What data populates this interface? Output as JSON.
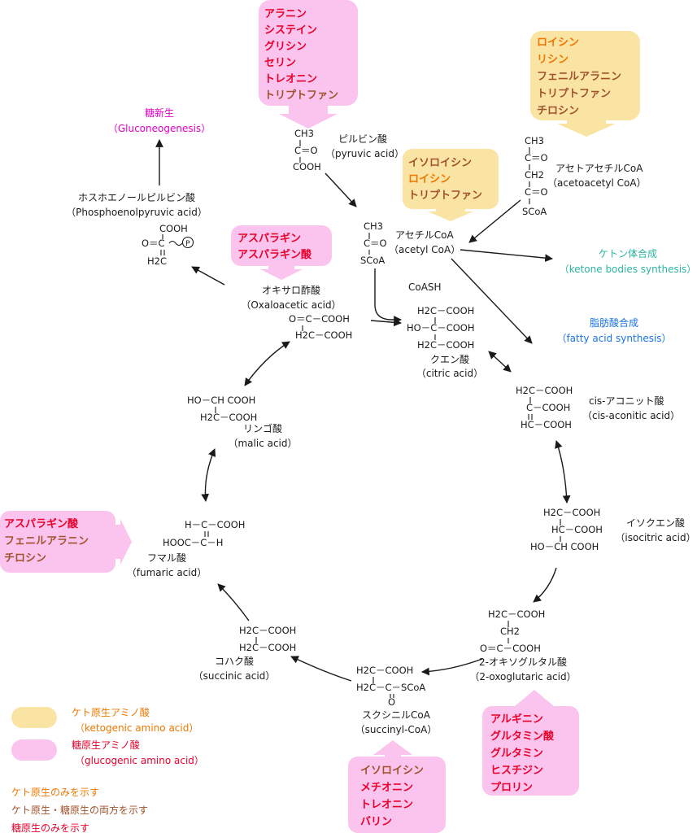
{
  "colors": {
    "ketogenic_only": "#ee7700",
    "both": "#a0522d",
    "glucogenic_only": "#e8002a",
    "ketogenic_box": "#fae4a4",
    "glucogenic_box": "#fbc4ee",
    "gluconeogenesis": "#e600c8",
    "ketone": "#2bb5a0",
    "fatty": "#1a73e8"
  },
  "compounds": {
    "pyruvic": {
      "ja": "ピルビン酸",
      "en": "（pyruvic acid）",
      "formula": [
        "CH3",
        "C＝O",
        "COOH"
      ]
    },
    "acetoacetyl": {
      "ja": "アセトアセチルCoA",
      "en": "（acetoacetyl CoA）",
      "formula": [
        "CH3",
        "C＝O",
        "CH2",
        "C＝O",
        "SCoA"
      ]
    },
    "acetyl": {
      "ja": "アセチルCoA",
      "en": "（acetyl CoA）",
      "formula": [
        "CH3",
        "C＝O",
        "SCoA"
      ]
    },
    "pep": {
      "ja": "ホスホエノールピルビン酸",
      "en": "（Phosphoenolpyruvic acid）",
      "formula": [
        "COOH",
        "O＝C",
        "P",
        "H2C"
      ]
    },
    "oxaloacetic": {
      "ja": "オキサロ酢酸",
      "en": "（Oxaloacetic acid）",
      "formula": [
        "O＝C－COOH",
        "H2C－COOH"
      ]
    },
    "coash": "CoASH",
    "citric": {
      "ja": "クエン酸",
      "en": "（citric acid）",
      "formula": [
        "H2C－COOH",
        "HO－C－COOH",
        "H2C－COOH"
      ]
    },
    "cis_aconitic": {
      "ja": "cis-アコニット酸",
      "en": "（cis-aconitic acid）",
      "formula": [
        "H2C－COOH",
        "C－COOH",
        "HC－COOH"
      ]
    },
    "malic": {
      "ja": "リンゴ酸",
      "en": "（malic acid）",
      "formula": [
        "HO－CH COOH",
        "H2C－COOH"
      ]
    },
    "isocitric": {
      "ja": "イソクエン酸",
      "en": "（isocitric acid）",
      "formula": [
        "H2C－COOH",
        "HC－COOH",
        "HO－CH COOH"
      ]
    },
    "fumaric": {
      "ja": "フマル酸",
      "en": "（fumaric acid）",
      "formula": [
        "H－C－COOH",
        "HOOC－C－H"
      ]
    },
    "oxoglutaric": {
      "ja": "2-オキソグルタル酸",
      "en": "（2-oxoglutaric acid）",
      "formula": [
        "H2C－COOH",
        "CH2",
        "O＝C－COOH"
      ]
    },
    "succinic": {
      "ja": "コハク酸",
      "en": "（succinic acid）",
      "formula": [
        "H2C－COOH",
        "H2C－COOH"
      ]
    },
    "succinylcoa": {
      "ja": "スクシニルCoA",
      "en": "（succinyl-CoA）",
      "formula": [
        "H2C－COOH",
        "H2C－C－SCoA",
        "O"
      ]
    }
  },
  "outputs": {
    "gluconeogenesis": {
      "ja": "糖新生",
      "en": "（Gluconeogenesis）"
    },
    "ketone": {
      "ja": "ケトン体合成",
      "en": "（ketone bodies synthesis）"
    },
    "fatty": {
      "ja": "脂肪酸合成",
      "en": "（fatty acid synthesis）"
    }
  },
  "amino_boxes": {
    "pyruvate": [
      {
        "name": "アラニン",
        "type": "glucogenic_only"
      },
      {
        "name": "システイン",
        "type": "glucogenic_only"
      },
      {
        "name": "グリシン",
        "type": "glucogenic_only"
      },
      {
        "name": "セリン",
        "type": "glucogenic_only"
      },
      {
        "name": "トレオニン",
        "type": "glucogenic_only"
      },
      {
        "name": "トリプトファン",
        "type": "both"
      }
    ],
    "acetoacetyl": [
      {
        "name": "ロイシン",
        "type": "ketogenic_only"
      },
      {
        "name": "リシン",
        "type": "ketogenic_only"
      },
      {
        "name": "フェニルアラニン",
        "type": "both"
      },
      {
        "name": "トリプトファン",
        "type": "both"
      },
      {
        "name": "チロシン",
        "type": "both"
      }
    ],
    "acetyl": [
      {
        "name": "イソロイシン",
        "type": "both"
      },
      {
        "name": "ロイシン",
        "type": "ketogenic_only"
      },
      {
        "name": "トリプトファン",
        "type": "both"
      }
    ],
    "oxaloacetate": [
      {
        "name": "アスパラギン",
        "type": "glucogenic_only"
      },
      {
        "name": "アスパラギン酸",
        "type": "glucogenic_only"
      }
    ],
    "fumarate": [
      {
        "name": "アスパラギン酸",
        "type": "glucogenic_only"
      },
      {
        "name": "フェニルアラニン",
        "type": "both"
      },
      {
        "name": "チロシン",
        "type": "both"
      }
    ],
    "succinyl": [
      {
        "name": "イソロイシン",
        "type": "both"
      },
      {
        "name": "メチオニン",
        "type": "glucogenic_only"
      },
      {
        "name": "トレオニン",
        "type": "glucogenic_only"
      },
      {
        "name": "バリン",
        "type": "glucogenic_only"
      }
    ],
    "oxoglutarate": [
      {
        "name": "アルギニン",
        "type": "glucogenic_only"
      },
      {
        "name": "グルタミン酸",
        "type": "glucogenic_only"
      },
      {
        "name": "グルタミン",
        "type": "glucogenic_only"
      },
      {
        "name": "ヒスチジン",
        "type": "glucogenic_only"
      },
      {
        "name": "プロリン",
        "type": "glucogenic_only"
      }
    ]
  },
  "legend": {
    "ketogenic": {
      "ja": "ケト原生アミノ酸",
      "en": "（ketogenic amino acid）"
    },
    "glucogenic": {
      "ja": "糖原生アミノ酸",
      "en": "（glucogenic amino acid）"
    },
    "notes": [
      {
        "text": "ケト原生のみを示す",
        "type": "ketogenic_only"
      },
      {
        "text": "ケト原生・糖原生の両方を示す",
        "type": "both"
      },
      {
        "text": "糖原生のみを示す",
        "type": "glucogenic_only"
      }
    ]
  }
}
